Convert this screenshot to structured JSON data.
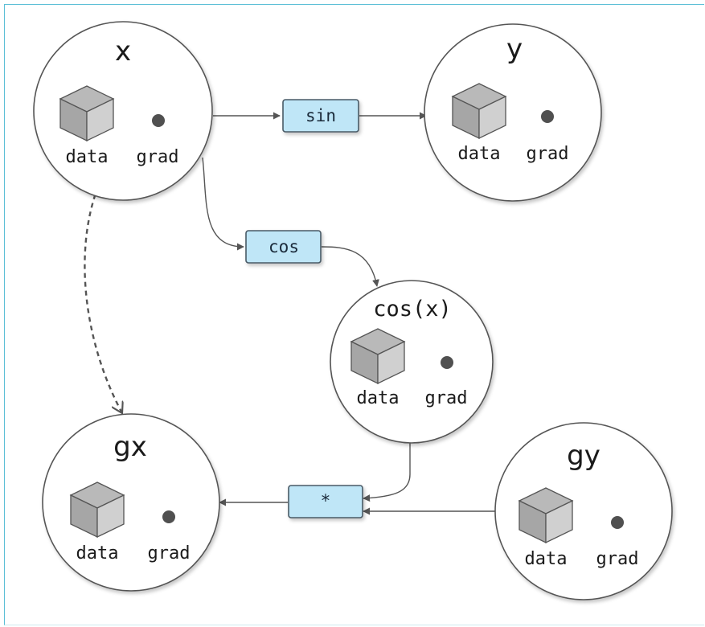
{
  "diagram": {
    "type": "computational-graph",
    "colors": {
      "frame_border": "#5bbfd6",
      "function_box_fill": "#bfe6f7",
      "function_box_stroke": "#4a5a66",
      "node_stroke": "#555555",
      "edge": "#555555",
      "grad_dot": "#505050",
      "cube_top": "#b9b9b9",
      "cube_left": "#a6a6a6",
      "cube_right": "#d0d0d0"
    },
    "nodes": [
      {
        "id": "x",
        "title": "x",
        "data_label": "data",
        "grad_label": "grad"
      },
      {
        "id": "y",
        "title": "y",
        "data_label": "data",
        "grad_label": "grad"
      },
      {
        "id": "cosx",
        "title": "cos(x)",
        "data_label": "data",
        "grad_label": "grad"
      },
      {
        "id": "gx",
        "title": "gx",
        "data_label": "data",
        "grad_label": "grad"
      },
      {
        "id": "gy",
        "title": "gy",
        "data_label": "data",
        "grad_label": "grad"
      }
    ],
    "functions": [
      {
        "id": "sin",
        "label": "sin"
      },
      {
        "id": "cos",
        "label": "cos"
      },
      {
        "id": "mul",
        "label": "*"
      }
    ],
    "edges": [
      {
        "from": "x",
        "to": "sin",
        "style": "solid"
      },
      {
        "from": "sin",
        "to": "y",
        "style": "solid"
      },
      {
        "from": "x",
        "to": "cos",
        "style": "solid"
      },
      {
        "from": "cos",
        "to": "cosx",
        "style": "solid"
      },
      {
        "from": "cosx",
        "to": "mul",
        "style": "solid"
      },
      {
        "from": "gy",
        "to": "mul",
        "style": "solid"
      },
      {
        "from": "mul",
        "to": "gx",
        "style": "solid"
      },
      {
        "from": "x.grad",
        "to": "gx",
        "style": "dashed"
      }
    ]
  }
}
